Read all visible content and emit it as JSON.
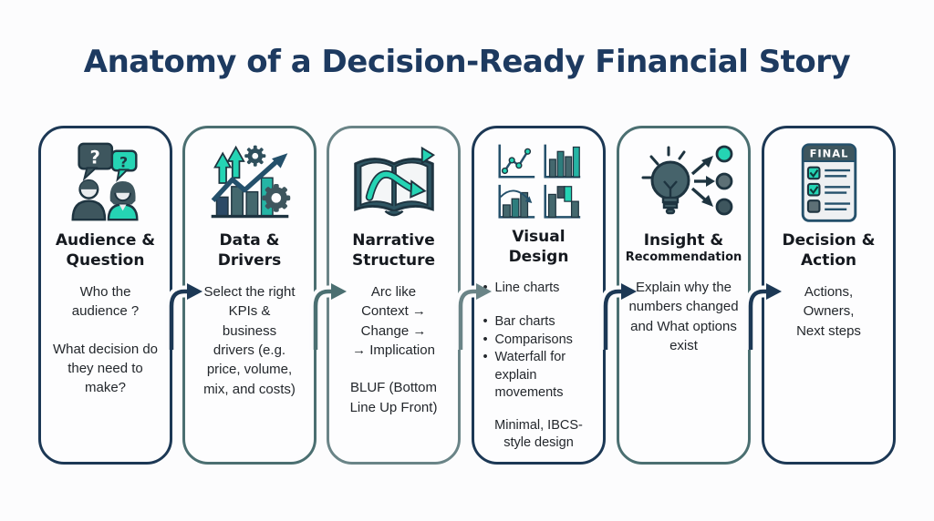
{
  "title": "Anatomy of a Decision-Ready Financial Story",
  "palette": {
    "navy": "#1c3855",
    "slate_teal": "#4b6f71",
    "slate_gray": "#6a8487",
    "accent_teal": "#25d4b4",
    "dark_slate": "#3e565e",
    "heading_text": "#15191f",
    "body_text": "#23272c",
    "title_text": "#1d3a60"
  },
  "cards": [
    {
      "name": "audience-question",
      "icon": "people-question-icon",
      "border_color": "#1c3855",
      "title_line1": "Audience &",
      "title_line2": "Question",
      "body_1": "Who the audience ?",
      "body_2": "What decision do they need to make?",
      "bubble_q1": "?",
      "bubble_q2": "?"
    },
    {
      "name": "data-drivers",
      "icon": "chart-gears-icon",
      "border_color": "#4b6f71",
      "title_line1": "Data &",
      "title_line2": "Drivers",
      "body_1": "Select the right KPIs & business drivers (e.g. price, volume, mix, and costs)"
    },
    {
      "name": "narrative-structure",
      "icon": "book-arrow-icon",
      "border_color": "#6a8487",
      "title_line1": "Narrative",
      "title_line2": "Structure",
      "arc_lines": [
        "Arc like",
        "Context →",
        "Change →",
        "→ Implication"
      ],
      "body_2": "BLUF (Bottom Line Up Front)"
    },
    {
      "name": "visual-design",
      "icon": "mini-charts-icon",
      "border_color": "#1c3855",
      "title_line1": "Visual",
      "title_line2": "Design",
      "bullets": [
        "Line charts",
        "Bar charts",
        "Comparisons",
        "Waterfall for explain movements"
      ],
      "footer": "Minimal, IBCS-style design"
    },
    {
      "name": "insight-recommendation",
      "icon": "lightbulb-options-icon",
      "border_color": "#4b6f71",
      "title_line1": "Insight &",
      "title_line2": "Recommendation",
      "body_1": "Explain why the numbers changed and What options exist"
    },
    {
      "name": "decision-action",
      "icon": "final-checklist-icon",
      "border_color": "#1c3855",
      "badge": "FINAL",
      "title_line1": "Decision &",
      "title_line2": "Action",
      "body_lines": [
        "Actions,",
        "Owners,",
        "Next steps"
      ]
    }
  ],
  "flow_arrows": [
    {
      "name": "arrow-1-2",
      "color": "#1c3855"
    },
    {
      "name": "arrow-2-3",
      "color": "#4b6f71"
    },
    {
      "name": "arrow-3-4",
      "color": "#6a8487"
    },
    {
      "name": "arrow-4-5",
      "color": "#1c3855"
    },
    {
      "name": "arrow-5-6",
      "color": "#1c3855"
    }
  ]
}
